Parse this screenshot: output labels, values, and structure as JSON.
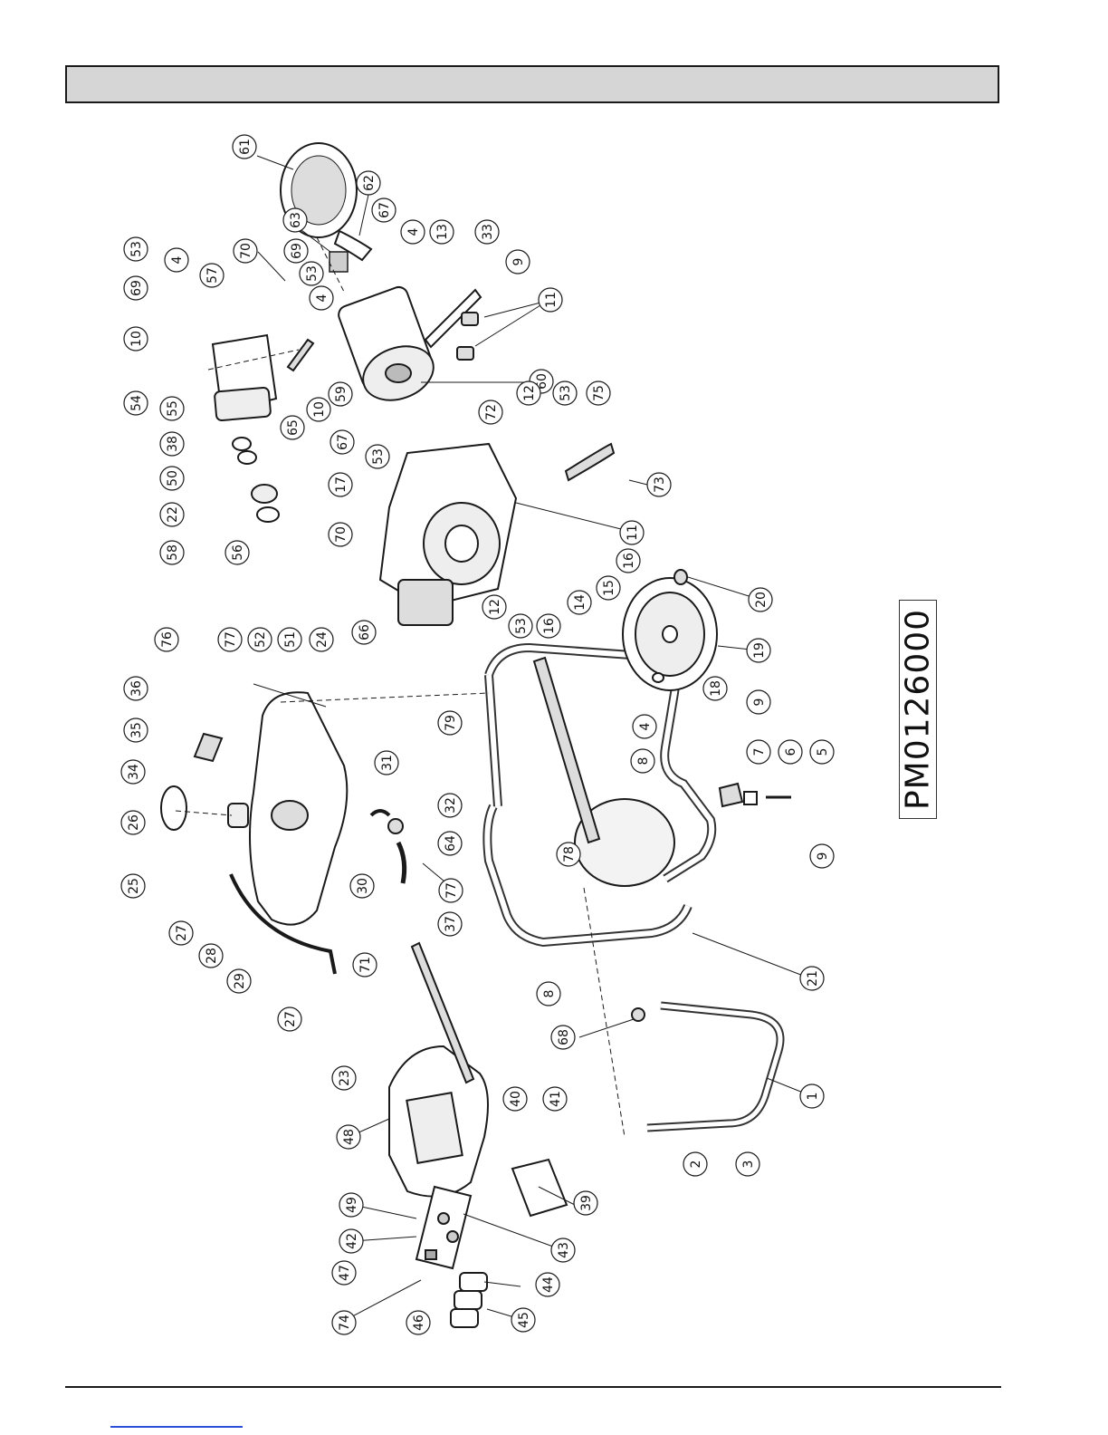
{
  "header": {
    "title": ""
  },
  "diagram": {
    "part_number": "PM0126000",
    "callouts": [
      "1",
      "2",
      "3",
      "4",
      "5",
      "6",
      "7",
      "8",
      "9",
      "10",
      "11",
      "12",
      "13",
      "14",
      "15",
      "16",
      "17",
      "18",
      "19",
      "20",
      "21",
      "22",
      "23",
      "24",
      "25",
      "26",
      "27",
      "28",
      "29",
      "30",
      "31",
      "32",
      "33",
      "34",
      "35",
      "36",
      "37",
      "38",
      "39",
      "40",
      "41",
      "42",
      "43",
      "44",
      "45",
      "46",
      "47",
      "48",
      "49",
      "50",
      "51",
      "52",
      "53",
      "54",
      "55",
      "56",
      "57",
      "58",
      "59",
      "60",
      "61",
      "62",
      "63",
      "64",
      "65",
      "66",
      "67",
      "68",
      "69",
      "70",
      "71",
      "72",
      "73",
      "74",
      "75",
      "76",
      "77",
      "78",
      "79"
    ]
  },
  "colors": {
    "line": "#1a1a1a",
    "header_fill": "#d6d6d6",
    "link": "#2b4fd8"
  }
}
